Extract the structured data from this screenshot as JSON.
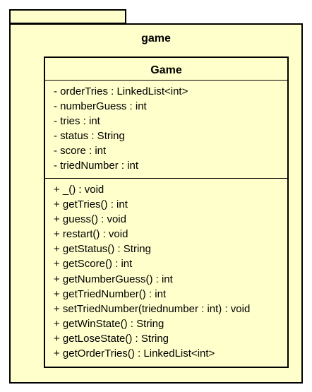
{
  "package": {
    "name": "game"
  },
  "class": {
    "name": "Game",
    "attributes": [
      "- orderTries : LinkedList<int>",
      "- numberGuess : int",
      "- tries : int",
      "- status : String",
      "- score : int",
      "- triedNumber : int"
    ],
    "operations": [
      "+ _() : void",
      "+ getTries() : int",
      "+ guess() : void",
      "+ restart() : void",
      "+ getStatus() : String",
      "+ getScore() : int",
      "+ getNumberGuess() : int",
      "+ getTriedNumber() : int",
      "+ setTriedNumber(triednumber : int) : void",
      "+ getWinState() : String",
      "+ getLoseState() : String",
      "+ getOrderTries() : LinkedList<int>"
    ]
  },
  "colors": {
    "fill": "#FFFFCC",
    "stroke": "#000000"
  }
}
